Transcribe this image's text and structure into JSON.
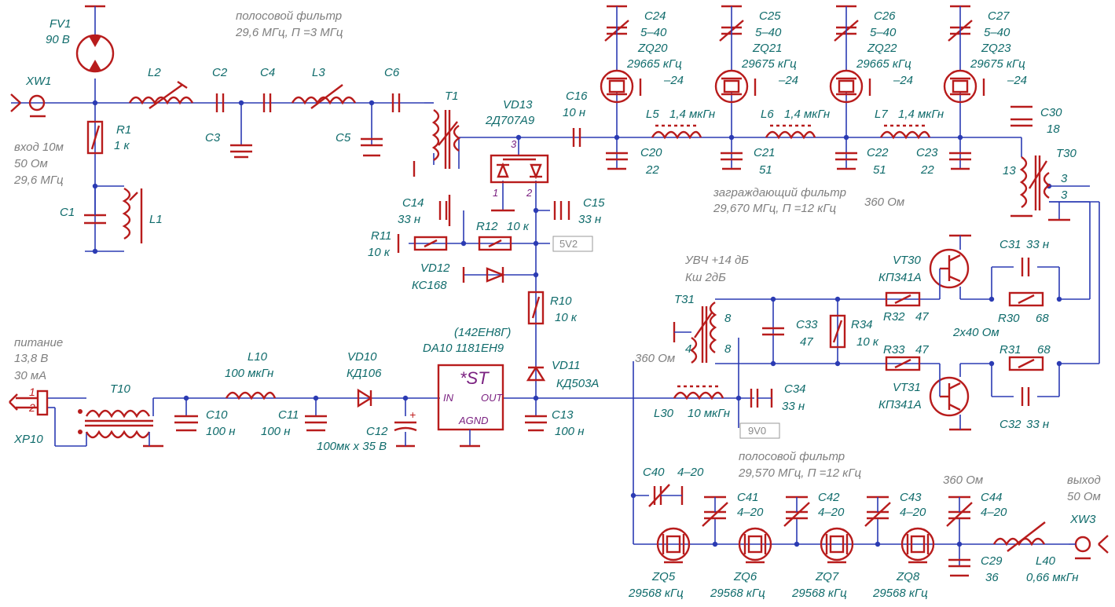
{
  "notes": {
    "bandpass1": [
      "полосовой фильтр",
      "29,6 МГц, П =3 МГц"
    ],
    "input": [
      "вход 10м",
      "50 Ом",
      "29,6 МГц"
    ],
    "notch": [
      "заграждающий фильтр",
      "29,670 МГц, П =12 кГц",
      "360 Ом"
    ],
    "power": [
      "питание",
      "13,8 В",
      "30 мА"
    ],
    "amp": [
      "УВЧ +14 дБ",
      "Кш  2дБ"
    ],
    "amp_imp": "2х40 Ом",
    "imp360_left": "360 Ом",
    "bandpass2": [
      "полосовой фильтр",
      "29,570 МГц, П =12 кГц"
    ],
    "imp360_right": "360 Ом",
    "output": [
      "выход",
      "50 Ом"
    ]
  },
  "nets": {
    "v52": "5V2",
    "v90": "9V0"
  },
  "chip": {
    "type": "(142ЕН8Г)",
    "name": "DA10  1181ЕН9",
    "title": "*ST",
    "in": "IN",
    "out": "OUT",
    "gnd": "AGND"
  },
  "parts": [
    {
      "id": "FV1",
      "value": "90 В"
    },
    {
      "id": "XW1",
      "value": ""
    },
    {
      "id": "R1",
      "value": "1 к"
    },
    {
      "id": "C1",
      "value": ""
    },
    {
      "id": "L1",
      "value": ""
    },
    {
      "id": "L2",
      "value": ""
    },
    {
      "id": "C2",
      "value": ""
    },
    {
      "id": "C3",
      "value": ""
    },
    {
      "id": "C4",
      "value": ""
    },
    {
      "id": "L3",
      "value": ""
    },
    {
      "id": "C5",
      "value": ""
    },
    {
      "id": "C6",
      "value": ""
    },
    {
      "id": "T1",
      "value": ""
    },
    {
      "id": "VD13",
      "value": "2Д707А9"
    },
    {
      "id": "C16",
      "value": "10 н"
    },
    {
      "id": "C14",
      "value": "33 н"
    },
    {
      "id": "C15",
      "value": "33 н"
    },
    {
      "id": "R11",
      "value": "10 к"
    },
    {
      "id": "R12",
      "value": "10 к"
    },
    {
      "id": "VD12",
      "value": "КС168"
    },
    {
      "id": "R10",
      "value": "10 к"
    },
    {
      "id": "VD11",
      "value": "КД503А"
    },
    {
      "id": "C13",
      "value": "100 н"
    },
    {
      "id": "C24",
      "value": "5–40",
      "quartz": "ZQ20",
      "freq": "29665 кГц",
      "mode": "–24"
    },
    {
      "id": "C25",
      "value": "5–40",
      "quartz": "ZQ21",
      "freq": "29675 кГц",
      "mode": "–24"
    },
    {
      "id": "C26",
      "value": "5–40",
      "quartz": "ZQ22",
      "freq": "29665 кГц",
      "mode": "–24"
    },
    {
      "id": "C27",
      "value": "5–40",
      "quartz": "ZQ23",
      "freq": "29675 кГц",
      "mode": "–24"
    },
    {
      "id": "L5",
      "value": "1,4 мкГн"
    },
    {
      "id": "L6",
      "value": "1,4 мкГн"
    },
    {
      "id": "L7",
      "value": "1,4 мкГн"
    },
    {
      "id": "C20",
      "value": "22"
    },
    {
      "id": "C21",
      "value": "51"
    },
    {
      "id": "C22",
      "value": "51"
    },
    {
      "id": "C23",
      "value": "22"
    },
    {
      "id": "C30",
      "value": "18"
    },
    {
      "id": "T30",
      "value": ""
    },
    {
      "id": "VT30",
      "value": "КП341А"
    },
    {
      "id": "VT31",
      "value": "КП341А"
    },
    {
      "id": "C31",
      "value": "33 н"
    },
    {
      "id": "C32",
      "value": "33 н"
    },
    {
      "id": "R30",
      "value": "68"
    },
    {
      "id": "R31",
      "value": "68"
    },
    {
      "id": "R32",
      "value": "47"
    },
    {
      "id": "R33",
      "value": "47"
    },
    {
      "id": "R34",
      "value": "10 к"
    },
    {
      "id": "C33",
      "value": "47"
    },
    {
      "id": "T31",
      "value": ""
    },
    {
      "id": "C34",
      "value": "33 н"
    },
    {
      "id": "L30",
      "value": "10 мкГн"
    },
    {
      "id": "XP10",
      "value": ""
    },
    {
      "id": "T10",
      "value": ""
    },
    {
      "id": "L10",
      "value": "100 мкГн"
    },
    {
      "id": "C10",
      "value": "100 н"
    },
    {
      "id": "C11",
      "value": "100 н"
    },
    {
      "id": "VD10",
      "value": "КД106"
    },
    {
      "id": "C12",
      "value": "100мк х 35 В"
    },
    {
      "id": "C40",
      "value": "4–20"
    },
    {
      "id": "C41",
      "value": "4–20"
    },
    {
      "id": "C42",
      "value": "4–20"
    },
    {
      "id": "C43",
      "value": "4–20"
    },
    {
      "id": "C44",
      "value": "4–20"
    },
    {
      "id": "ZQ5",
      "value": "29568 кГц"
    },
    {
      "id": "ZQ6",
      "value": "29568 кГц"
    },
    {
      "id": "ZQ7",
      "value": "29568 кГц"
    },
    {
      "id": "ZQ8",
      "value": "29568 кГц"
    },
    {
      "id": "C29",
      "value": "36"
    },
    {
      "id": "L40",
      "value": "0,66 мкГн"
    },
    {
      "id": "XW3",
      "value": ""
    }
  ],
  "pins": {
    "vd13": [
      "3",
      "1",
      "2"
    ],
    "t30": [
      "13",
      "3",
      "3"
    ],
    "t31": [
      "8",
      "4",
      "8"
    ],
    "xp10": [
      "1",
      "2"
    ]
  }
}
